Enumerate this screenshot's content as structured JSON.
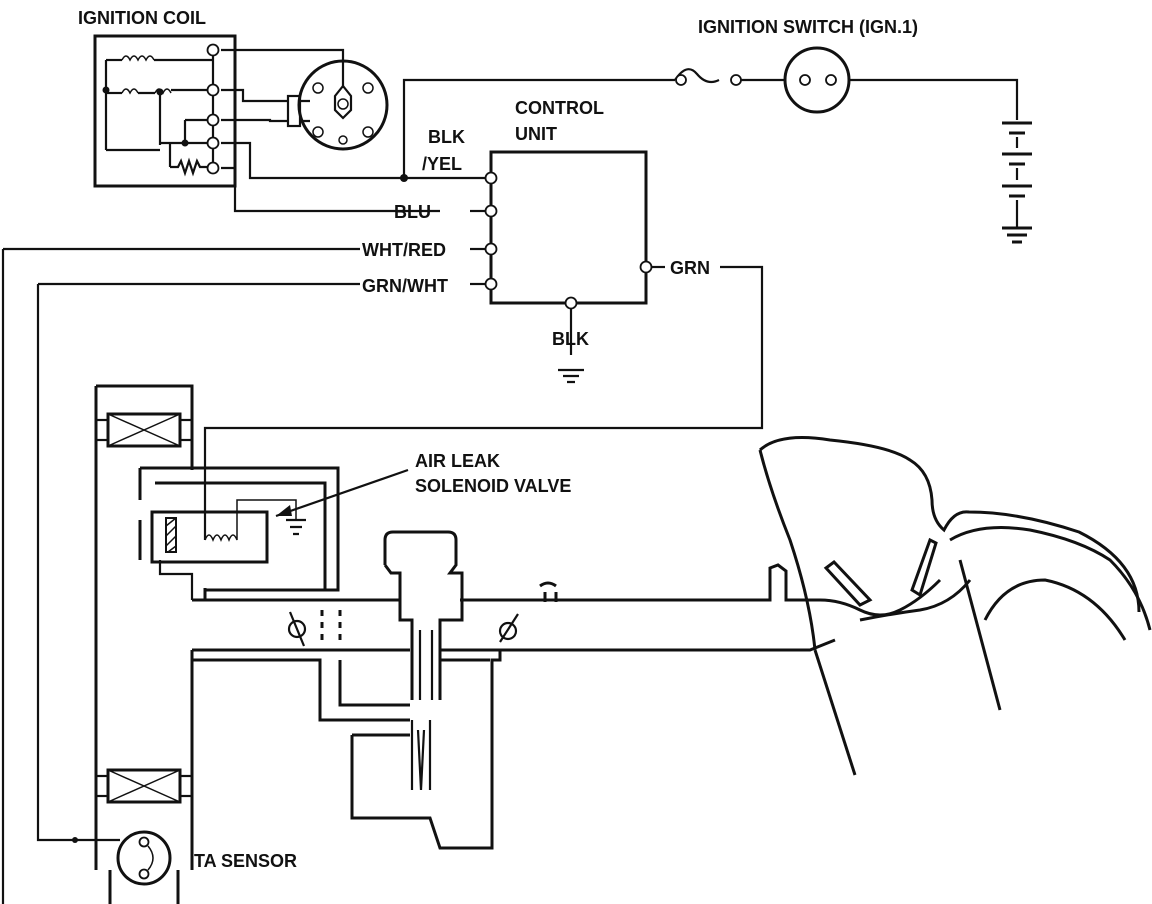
{
  "labels": {
    "ignition_coil": "IGNITION COIL",
    "ignition_switch": "IGNITION SWITCH (IGN.1)",
    "control_unit_line1": "CONTROL",
    "control_unit_line2": "UNIT",
    "wire_blk_yel_line1": "BLK",
    "wire_blk_yel_line2": "/YEL",
    "wire_blu": "BLU",
    "wire_wht_red": "WHT/RED",
    "wire_grn_wht": "GRN/WHT",
    "wire_grn": "GRN",
    "wire_blk": "BLK",
    "air_leak_line1": "AIR LEAK",
    "air_leak_line2": "SOLENOID VALVE",
    "ta_sensor": "TA SENSOR"
  },
  "colors": {
    "line": "#111111",
    "background": "#ffffff"
  }
}
